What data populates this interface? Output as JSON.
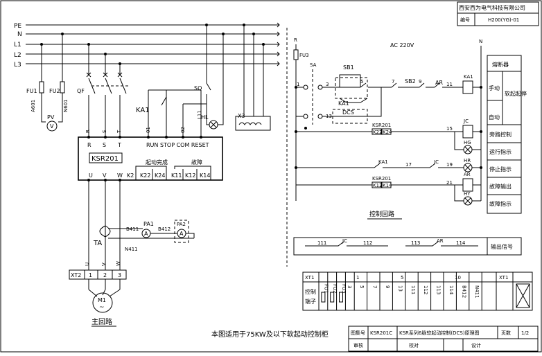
{
  "title_block": {
    "company": "西安西为电气科技有限公司",
    "code_label": "编号",
    "code_value": "H200(YG)-01",
    "drawing_no_label": "图集号",
    "drawing_no": "KSR201C",
    "drawing_title": "KSR系列6脉软起动控制(DCS)原理图",
    "page_label": "页数",
    "page_value": "1/2",
    "review_label": "审核",
    "check_label": "校对",
    "design_label": "设计"
  },
  "note": "本图适用于75KW及以下软起动控制柜",
  "main_circuit": {
    "buses": [
      "PE",
      "N",
      "L1",
      "L2",
      "L3"
    ],
    "fuses": [
      "FU1",
      "FU2"
    ],
    "fuse_wires": [
      "A601",
      "N601"
    ],
    "voltmeter": "PV",
    "breaker": "QF",
    "relay": "KA1",
    "switch": "SQ",
    "lamp": "HL",
    "lamp_wire": "L11",
    "heater_terminal": "X3",
    "ksr_terminals_top": [
      "R",
      "S",
      "T"
    ],
    "ksr_ctrl_wires": [
      "01",
      "02"
    ],
    "ksr_ctrl_labels": "RUN STOP COM RESET",
    "ksr_model": "KSR201",
    "ksr_out": [
      "U",
      "V",
      "W"
    ],
    "relay_group1": "起动完成",
    "relay_group2": "故障",
    "relay_terms": [
      "K2",
      "K22",
      "K24",
      "K11",
      "K12",
      "K14"
    ],
    "ammeters": [
      "PA1",
      "PA2"
    ],
    "wires_ct": [
      "B411",
      "B412",
      "N411"
    ],
    "ct": "TA",
    "motor_wires": [
      "U",
      "V",
      "W"
    ],
    "terminal": "XT2",
    "terminal_nums": [
      "1",
      "2",
      "3"
    ],
    "motor": "M1",
    "motor_symbol": "~",
    "caption": "主回路"
  },
  "control_circuit": {
    "source": "AC 220V",
    "r_label": "R",
    "n_label": "N",
    "fuse": "FU3",
    "selector": "SA",
    "selector_nodes": [
      "1",
      "3",
      "13"
    ],
    "sb1": "SB1",
    "sb2": "SB2",
    "ka1": "KA1",
    "dcs": "DCS",
    "ar": "AR",
    "jc": "JC",
    "ksr201": "KSR201",
    "k22": "K22",
    "k24": "K24",
    "k12": "K12",
    "k14": "K14",
    "wire_nums": [
      "5",
      "7",
      "9",
      "11",
      "15",
      "17",
      "19",
      "21"
    ],
    "lamps": [
      "HG",
      "HR",
      "HY"
    ],
    "caption": "控制回路",
    "right_table": {
      "breaker": "熔断器",
      "manual": "手动",
      "auto": "自动",
      "soft": "软起起停",
      "bypass": "旁路控制",
      "run": "运行指示",
      "stop": "停止指示",
      "fault_out": "故障输出",
      "fault_ind": "故障指示",
      "output": "输出信号"
    },
    "output_line": {
      "jc": "JC",
      "ar": "AR",
      "nums": [
        "111",
        "112",
        "113",
        "114"
      ]
    }
  },
  "terminal_block": {
    "name": "XT1",
    "label1": "控制",
    "label2": "端子",
    "fuses": [
      "FU1",
      "FU2",
      "FU3"
    ],
    "col_heads": [
      "1",
      "5",
      "10"
    ],
    "wires": [
      "3",
      "5",
      "7",
      "9",
      "13",
      "111",
      "112",
      "113",
      "114",
      "B412",
      "N411"
    ],
    "xt1_right": "XT1"
  }
}
